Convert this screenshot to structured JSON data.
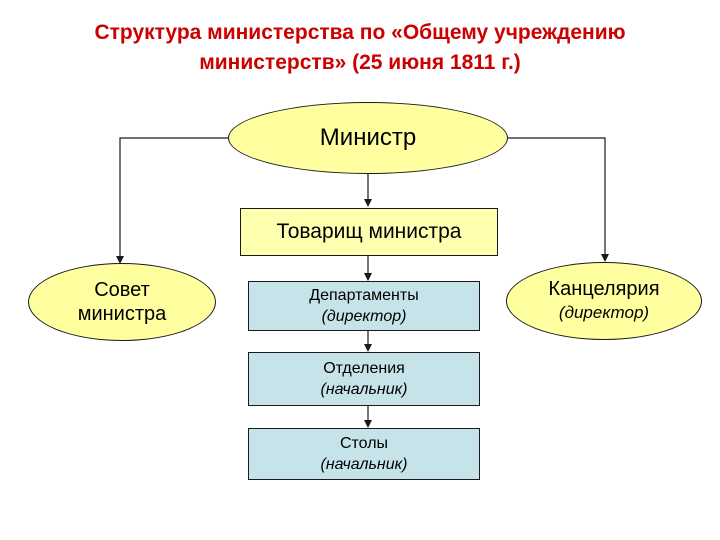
{
  "title": {
    "line1": "Структура министерства по «Общему учреждению",
    "line2": "министерств» (25 июня 1811 г.)"
  },
  "nodes": {
    "minister": {
      "label": "Министр"
    },
    "deputy": {
      "label": "Товарищ министра"
    },
    "council": {
      "line1": "Совет",
      "line2": "министра"
    },
    "departments": {
      "label": "Департаменты",
      "sub": "(директор)"
    },
    "divisions": {
      "label": "Отделения",
      "sub": "(начальник)"
    },
    "desks": {
      "label": "Столы",
      "sub": "(начальник)"
    },
    "chancellery": {
      "label": "Канцелярия",
      "sub": "(директор)"
    }
  },
  "colors": {
    "title": "#cc0000",
    "ellipse_fill": "#ffffa0",
    "box_yellow": "#ffffb0",
    "box_blue": "#c7e3ea",
    "line": "#1a1a1a"
  }
}
